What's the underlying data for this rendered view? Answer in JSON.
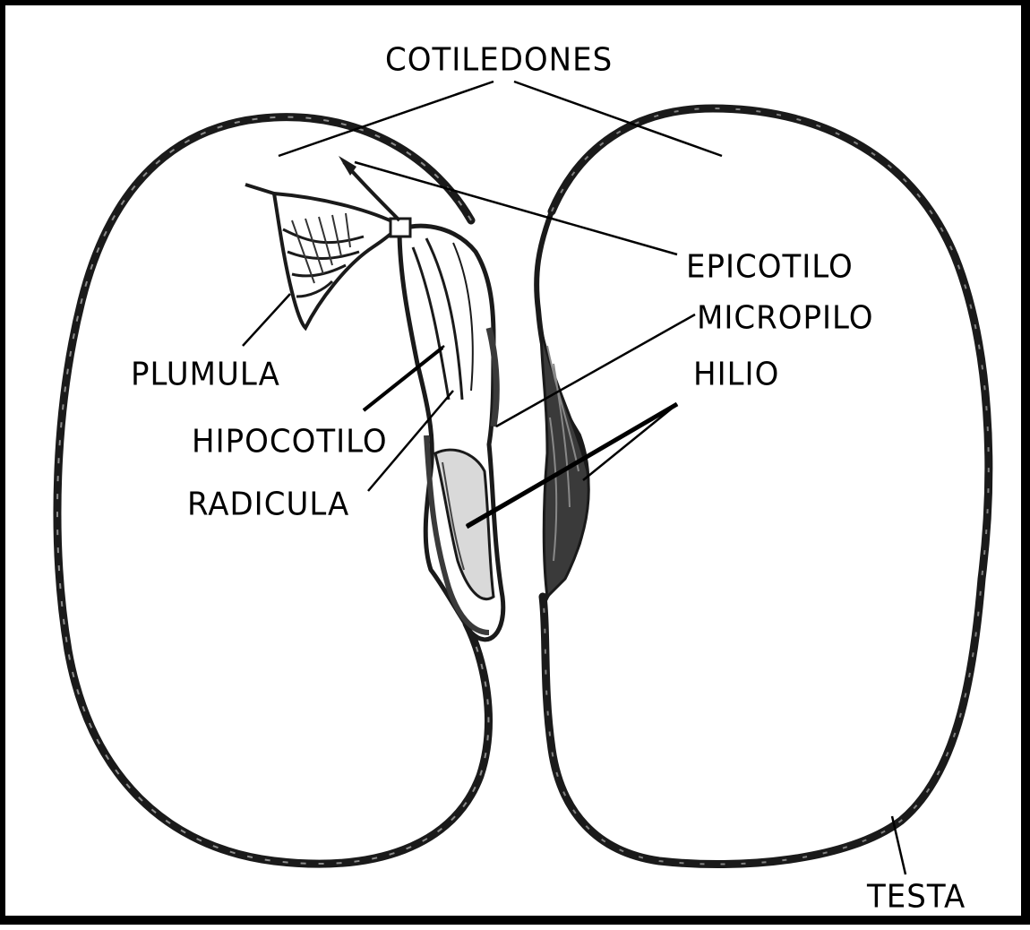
{
  "diagram": {
    "labels": {
      "cotiledones": "COTILEDONES",
      "epicotilo": "EPICOTILO",
      "micropilo": "MICROPILO",
      "hilio": "HILIO",
      "plumula": "PLUMULA",
      "hipocotilo": "HIPOCOTILO",
      "radicula": "RADICULA",
      "testa": "TESTA"
    },
    "colors": {
      "ink": "#000000",
      "background": "#ffffff",
      "seed_coat": "#1a1a1a",
      "shading": "#3a3a3a"
    }
  }
}
